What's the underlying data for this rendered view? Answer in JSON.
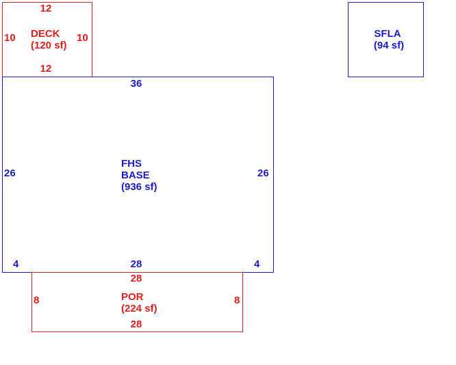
{
  "colors": {
    "red": "#e41b1b",
    "blue": "#1a1acc"
  },
  "deck": {
    "name": "DECK",
    "area": "(120 sf)",
    "top": "12",
    "bottom": "12",
    "left": "10",
    "right": "10"
  },
  "sfla": {
    "name": "SFLA",
    "area": "(94 sf)"
  },
  "base": {
    "name_line1": "FHS",
    "name_line2": "BASE",
    "area": "(936 sf)",
    "top": "36",
    "left": "26",
    "right": "26",
    "bottom_left": "4",
    "bottom_mid": "28",
    "bottom_right": "4"
  },
  "porch": {
    "name": "POR",
    "area": "(224 sf)",
    "top": "28",
    "bottom": "28",
    "left": "8",
    "right": "8"
  }
}
